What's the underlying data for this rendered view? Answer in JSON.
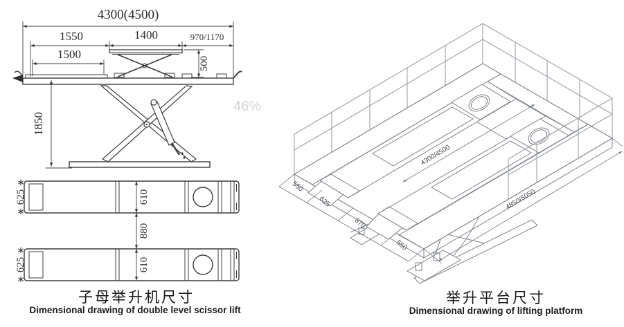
{
  "watermark": "46%",
  "double_scissor_lift": {
    "caption_zh": "子母举升机尺寸",
    "caption_en": "Dimensional drawing of double level scissor lift",
    "side_view": {
      "overall_length": "4300(4500)",
      "sub_platform_outer_length": "1550",
      "upper_table_length": "1400",
      "tail_length": "970/1170",
      "sub_platform_inner_length": "1500",
      "upper_lift_height": "500",
      "max_lift_height": "1850"
    },
    "plan_view": {
      "top_runway_width": "625",
      "top_runway_inner_width": "610",
      "runway_gap": "880",
      "bottom_runway_inner_width": "610",
      "bottom_runway_width": "625"
    }
  },
  "lifting_platform": {
    "caption_zh": "举升平台尺寸",
    "caption_en": "Dimensional drawing of lifting platform",
    "dims": {
      "side_segment_1": "550",
      "side_segment_2": "625",
      "side_segment_3": "870",
      "side_segment_4": "550",
      "runway_length": "4300/4500",
      "overall_length": "4850/5050"
    }
  }
}
